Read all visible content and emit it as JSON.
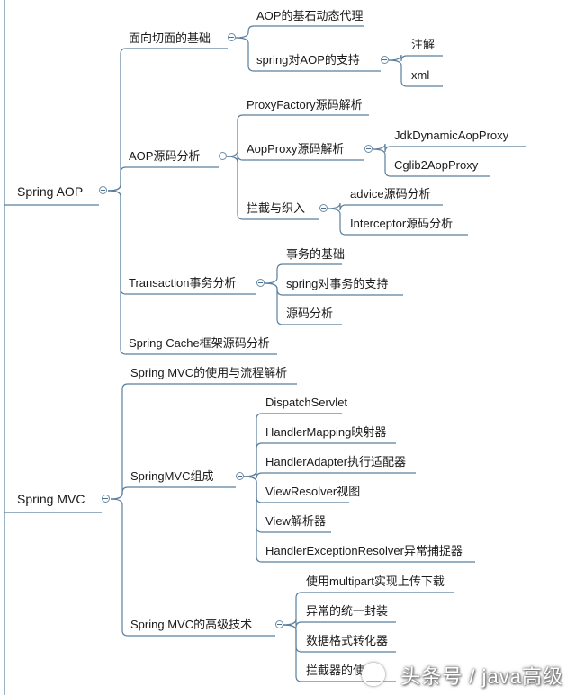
{
  "nodes": {
    "spring_aop": "Spring AOP",
    "aop_basics": "面向切面的基础",
    "aop_cornerstone": "AOP的基石动态代理",
    "spring_aop_support": "spring对AOP的支持",
    "annotation": "注解",
    "xml": "xml",
    "aop_source": "AOP源码分析",
    "proxyfactory": "ProxyFactory源码解析",
    "aopproxy": "AopProxy源码解析",
    "jdk_proxy": "JdkDynamicAopProxy",
    "cglib_proxy": "Cglib2AopProxy",
    "intercept_weave": "拦截与织入",
    "advice": "advice源码分析",
    "interceptor": "Interceptor源码分析",
    "transaction": "Transaction事务分析",
    "tx_basics": "事务的基础",
    "spring_tx": "spring对事务的支持",
    "tx_source": "源码分析",
    "spring_cache": "Spring Cache框架源码分析",
    "spring_mvc": "Spring MVC",
    "mvc_usage": "Spring MVC的使用与流程解析",
    "mvc_components": "SpringMVC组成",
    "dispatch": "DispatchServlet",
    "handler_mapping": "HandlerMapping映射器",
    "handler_adapter": "HandlerAdapter执行适配器",
    "view_resolver": "ViewResolver视图",
    "view_parser": "View解析器",
    "handler_exception": "HandlerExceptionResolver异常捕捉器",
    "mvc_advanced": "Spring MVC的高级技术",
    "multipart": "使用multipart实现上传下载",
    "exception_wrap": "异常的统一封装",
    "data_format": "数据格式转化器",
    "interceptor_use": "拦截器的使"
  },
  "watermark": "头条号 / java高级",
  "colors": {
    "line": "#5b7f9e",
    "toggle": "#4a6f8f"
  }
}
